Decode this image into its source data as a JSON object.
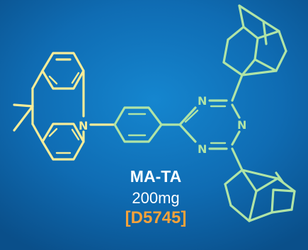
{
  "compound": {
    "name": "MA-TA",
    "quantity": "200mg",
    "catalog": "[D5745]"
  },
  "atoms": {
    "acridine_nitrogen": "N",
    "triazine_nitrogen": "N"
  },
  "colors": {
    "background": "#0f6cb3",
    "acridan": "#f6ec99",
    "triazine_adamantane": "#b0e4a6",
    "catalog": "#f6a23a",
    "text": "#ffffff"
  }
}
